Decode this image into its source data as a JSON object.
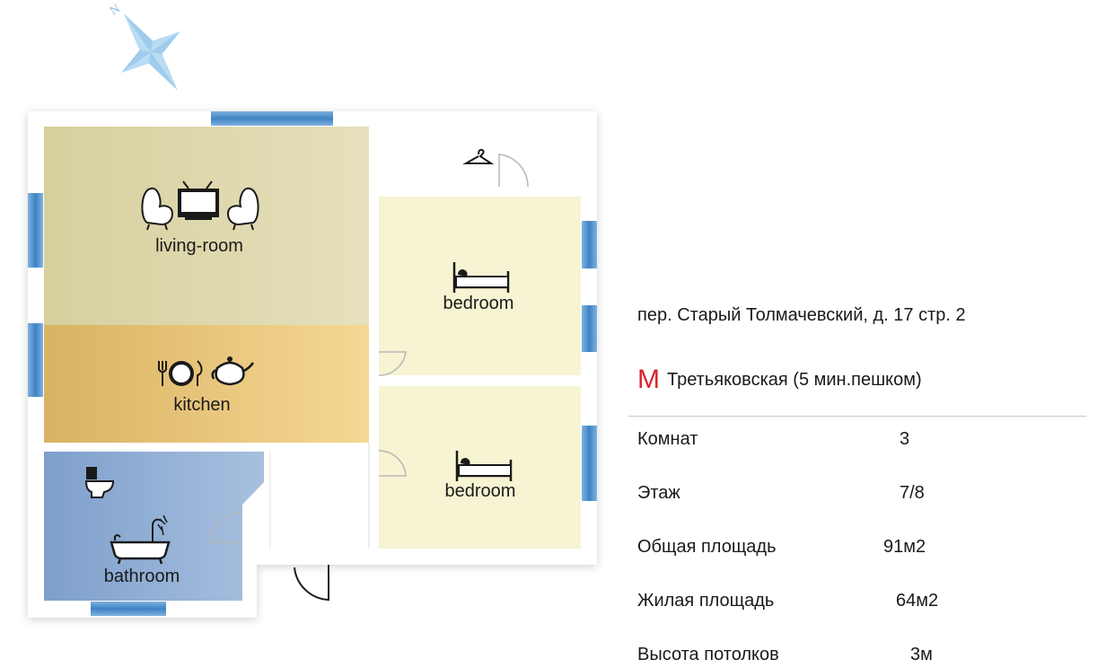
{
  "compass": {
    "label": "N",
    "icon": "compass-star-icon"
  },
  "rooms": {
    "living": "living-room",
    "kitchen": "kitchen",
    "bath": "bathroom",
    "bedroom1": "bedroom",
    "bedroom2": "bedroom"
  },
  "icons": {
    "living": [
      "armchair-icon",
      "tv-icon",
      "armchair-icon"
    ],
    "kitchen": [
      "plate-cutlery-icon",
      "teapot-icon"
    ],
    "bath": [
      "toilet-icon",
      "bathtub-shower-icon"
    ],
    "bedroom": [
      "bed-icon"
    ],
    "hall": [
      "coat-hanger-icon"
    ]
  },
  "colors": {
    "living": "#dbd5a9",
    "kitchen": "#e8c27a",
    "bath": "#86a6cf",
    "bedroom": "#f6f4d3",
    "window": "#4a8bc9",
    "wall": "#ffffff",
    "compass": "#9cc9ea",
    "metro": "#d8232a"
  },
  "info": {
    "address": "пер. Старый Толмачевский, д. 17 стр. 2",
    "metro_letter": "M",
    "metro": "Третьяковская (5 мин.пешком)",
    "rows": [
      {
        "key": "Комнат",
        "value": "3"
      },
      {
        "key": "Этаж",
        "value": "7/8"
      },
      {
        "key": "Общая площадь",
        "value": "91м2"
      },
      {
        "key": "Жилая площадь",
        "value": "64м2"
      },
      {
        "key": "Высота потолков",
        "value": "3м"
      }
    ]
  }
}
